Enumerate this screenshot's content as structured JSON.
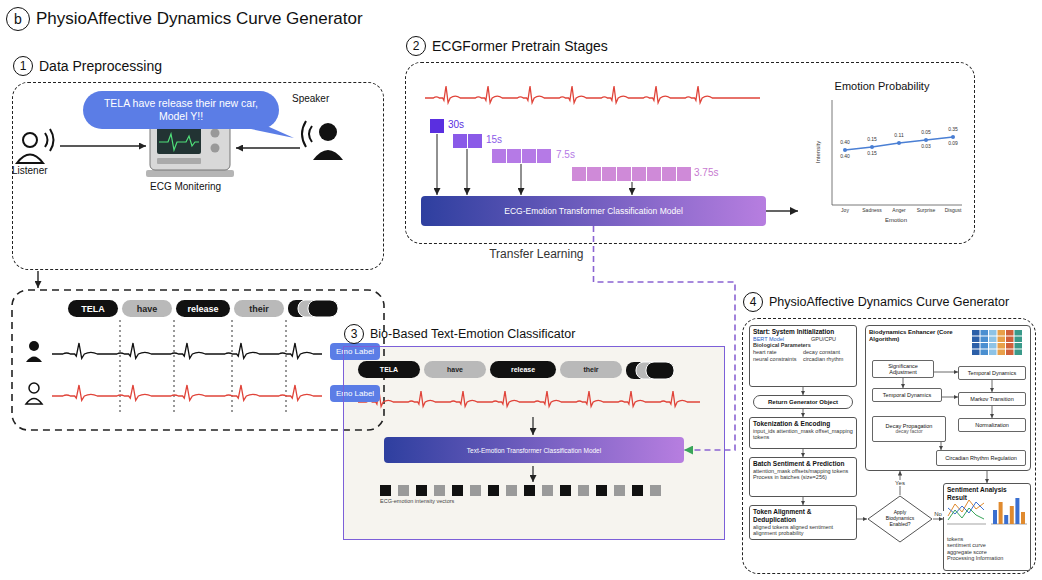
{
  "diagram": {
    "title": "PhysioAffective Dynamics Curve Generator",
    "nodes": [
      {
        "text": [
          "1",
          "Data Preprocessing"
        ]
      },
      {
        "text": [
          "TELA have release their new car, Model Y!!"
        ],
        "in": 0
      },
      {
        "text": [
          "TELA"
        ]
      },
      {
        "text": [
          "have"
        ]
      },
      {
        "text": [
          "release"
        ]
      },
      {
        "text": [
          "their"
        ]
      },
      {
        "text": [
          "Emo Label"
        ]
      },
      {
        "text": [
          "Emo Label"
        ]
      },
      {
        "text": [
          "2",
          "ECGFormer Pretrain Stages"
        ]
      },
      {
        "text": [
          "ECG-Emotion Transformer Classification Model"
        ],
        "in": 8
      },
      {
        "text": [
          "Emotion Probability"
        ],
        "in": 8
      },
      {
        "text": [
          "3",
          "Bio-Based Text-Emotion Classificator"
        ]
      },
      {
        "text": [
          "TELA"
        ],
        "in": 11
      },
      {
        "text": [
          "have"
        ],
        "in": 11
      },
      {
        "text": [
          "release"
        ],
        "in": 11
      },
      {
        "text": [
          "their"
        ],
        "in": 11
      },
      {
        "text": [
          "Text-Emotion Transformer Classification Model"
        ],
        "in": 11
      },
      {
        "text": [
          "4",
          "PhysioAffective Dynamics Curve Generator"
        ]
      },
      {
        "text": [
          "Start: System Initialization",
          "BERT Model",
          "GPU/CPU",
          "Biological Parameters",
          "heart rate",
          "decay constant",
          "neural constraints",
          "circadian rhythm"
        ],
        "in": 17
      },
      {
        "text": [
          "Return Generator Object"
        ],
        "in": 17
      },
      {
        "text": [
          "Tokenization & Encoding",
          "input_ids attention_mask offset_mapping tokens"
        ],
        "in": 17
      },
      {
        "text": [
          "Batch Sentiment & Prediction",
          "attention_mask offsets/mapping tokens",
          "Process in batches (size=256)"
        ],
        "in": 17
      },
      {
        "text": [
          "Token Alignment & Deduplication",
          "aligned tokens aligned sentiment alignment probability"
        ],
        "in": 17
      },
      {
        "text": [
          "Biodynamics Enhancer (Core Algorithm)"
        ],
        "in": 17
      },
      {
        "text": [
          "Significance Adjustment"
        ],
        "in": 23
      },
      {
        "text": [
          "Temporal Dynamics"
        ],
        "in": 23
      },
      {
        "text": [
          "Temporal Dynamics"
        ],
        "in": 23
      },
      {
        "text": [
          "Markov Transition"
        ],
        "in": 23
      },
      {
        "text": [
          "Decay Propagation",
          "decay factor"
        ],
        "in": 23
      },
      {
        "text": [
          "Normalization"
        ],
        "in": 23
      },
      {
        "text": [
          "Circadian Rhythm Regulation"
        ],
        "in": 23
      },
      {
        "text": [
          "Apply Biodynamics Enabled?"
        ],
        "in": 17
      },
      {
        "text": [
          "Sentiment Analysis Result",
          "tokens",
          "sentiment curve",
          "aggregate score",
          "Processing Information"
        ],
        "in": 17
      }
    ],
    "edges": [
      {
        "from": 9,
        "to": 10,
        "arrow": "to"
      },
      {
        "from": 9,
        "to": 16,
        "label": "Transfer Learning",
        "arrow": "to"
      },
      {
        "from": 18,
        "to": 19,
        "arrow": "to"
      },
      {
        "from": 19,
        "to": 20,
        "arrow": "to"
      },
      {
        "from": 20,
        "to": 21,
        "arrow": "to"
      },
      {
        "from": 21,
        "to": 22,
        "arrow": "to"
      },
      {
        "from": 22,
        "to": 31,
        "arrow": "to"
      },
      {
        "from": 31,
        "to": 23,
        "label": "Yes",
        "arrow": "to"
      },
      {
        "from": 31,
        "to": 32,
        "label": "No",
        "arrow": "to"
      },
      {
        "from": 24,
        "to": 25,
        "arrow": "to"
      },
      {
        "from": 24,
        "to": 26,
        "arrow": "to"
      },
      {
        "from": 25,
        "to": 27,
        "arrow": "to"
      },
      {
        "from": 26,
        "to": 27,
        "arrow": "to"
      },
      {
        "from": 27,
        "to": 29,
        "arrow": "to"
      },
      {
        "from": 28,
        "to": 30,
        "arrow": "to"
      },
      {
        "from": 23,
        "to": 32,
        "arrow": "to"
      }
    ],
    "labels": [
      "b",
      "Speaker",
      "Listener",
      "ECG Monitering",
      "30s",
      "15s",
      "7.5s",
      "3.75s",
      "Intensity",
      "Emotion",
      "Joy",
      "Sadness",
      "Anger",
      "Surprise",
      "Disgust",
      "0.40",
      "0.40",
      "0.15",
      "0.15",
      "0.11",
      "0.05",
      "0.03",
      "0.35",
      "0.09",
      "ECG-emotion intensity vectors"
    ]
  }
}
